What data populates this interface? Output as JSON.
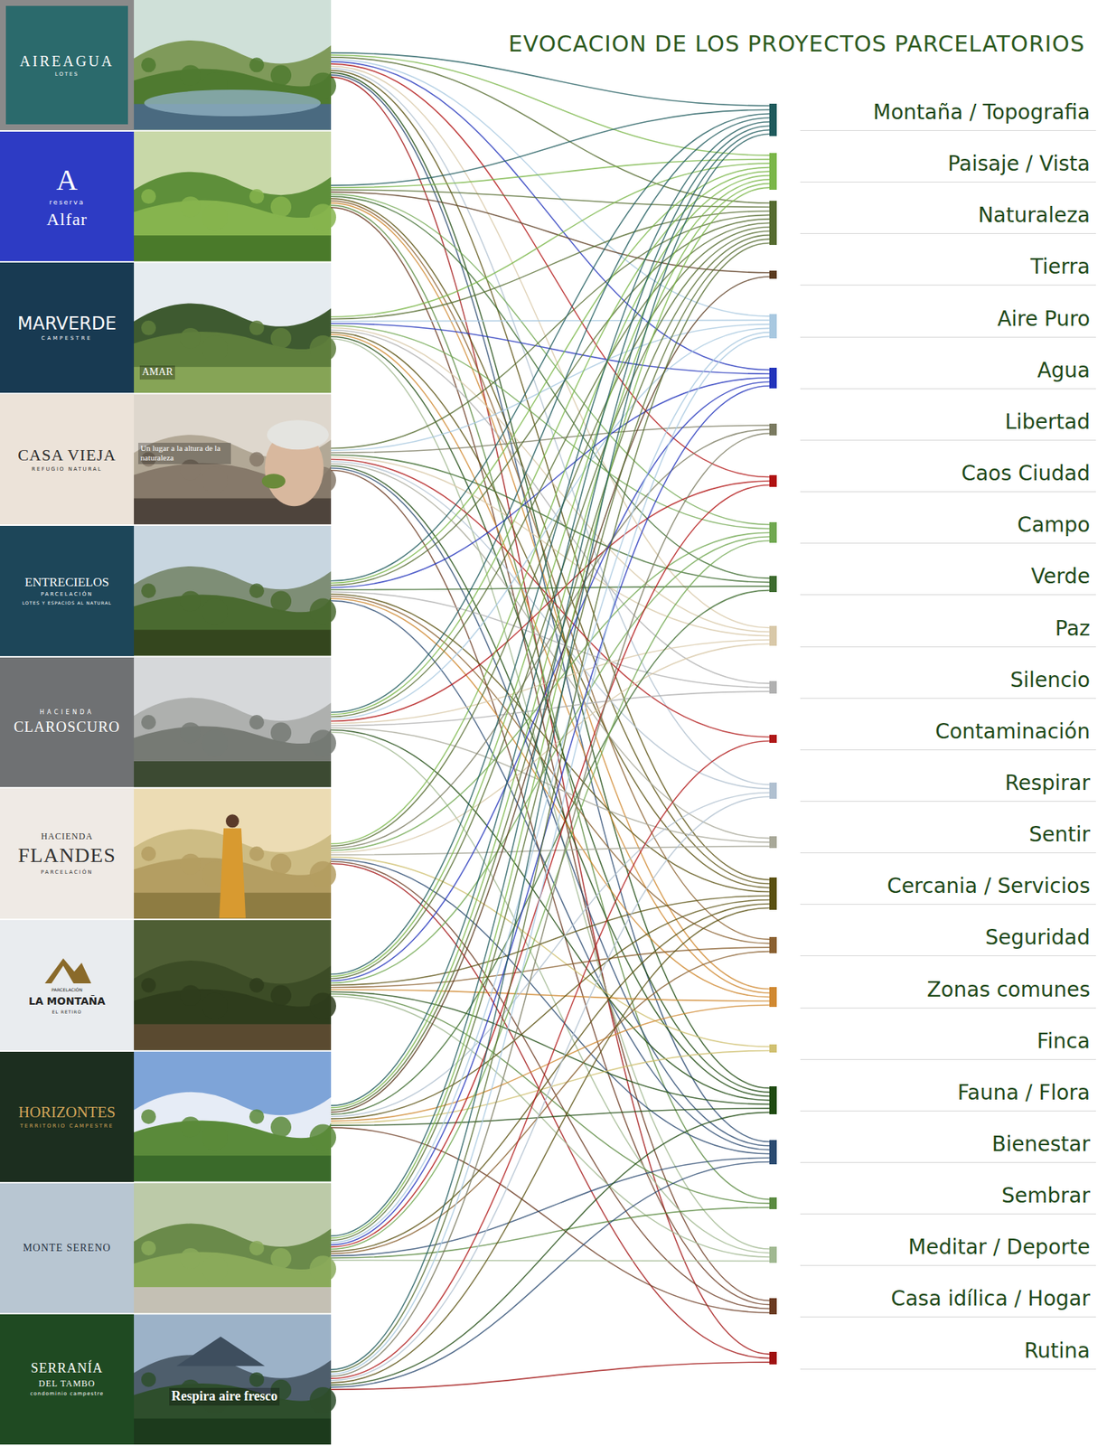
{
  "diagram": {
    "title": "EVOCACION DE LOS PROYECTOS PARCELATORIOS",
    "nodes": [
      {
        "text": [
          "AIREAGUA",
          "LOTES"
        ]
      },
      {
        "text": [
          "A",
          "reserva",
          "Alfar"
        ]
      },
      {
        "text": [
          "MARVERDE",
          "CAMPESTRE"
        ]
      },
      {
        "text": [
          "CASA VIEJA",
          "REFUGIO NATURAL"
        ]
      },
      {
        "text": [
          "ENTRECIELOS",
          "PARCELACIÓN",
          "LOTES Y ESPACIOS AL NATURAL"
        ]
      },
      {
        "text": [
          "HACIENDA",
          "CLAROSCURO"
        ]
      },
      {
        "text": [
          "HACIENDA",
          "FLANDES",
          "PARCELACIÓN"
        ]
      },
      {
        "text": [
          "PARCELACIÓN",
          "LA MONTAÑA",
          "EL RETIRO"
        ]
      },
      {
        "text": [
          "HORIZONTES",
          "TERRITORIO CAMPESTRE"
        ]
      },
      {
        "text": [
          "MONTE SERENO"
        ]
      },
      {
        "text": [
          "SERRANÍA",
          "DEL TAMBO",
          "condominio campestre"
        ]
      },
      {
        "text": [
          "Montaña / Topografia"
        ]
      },
      {
        "text": [
          "Paisaje / Vista"
        ]
      },
      {
        "text": [
          "Naturaleza"
        ]
      },
      {
        "text": [
          "Tierra"
        ]
      },
      {
        "text": [
          "Aire Puro"
        ]
      },
      {
        "text": [
          "Agua"
        ]
      },
      {
        "text": [
          "Libertad"
        ]
      },
      {
        "text": [
          "Caos Ciudad"
        ]
      },
      {
        "text": [
          "Campo"
        ]
      },
      {
        "text": [
          "Verde"
        ]
      },
      {
        "text": [
          "Paz"
        ]
      },
      {
        "text": [
          "Silencio"
        ]
      },
      {
        "text": [
          "Contaminación"
        ]
      },
      {
        "text": [
          "Respirar"
        ]
      },
      {
        "text": [
          "Sentir"
        ]
      },
      {
        "text": [
          "Cercania / Servicios"
        ]
      },
      {
        "text": [
          "Seguridad"
        ]
      },
      {
        "text": [
          "Zonas comunes"
        ]
      },
      {
        "text": [
          "Finca"
        ]
      },
      {
        "text": [
          "Fauna / Flora"
        ]
      },
      {
        "text": [
          "Bienestar"
        ]
      },
      {
        "text": [
          "Sembrar"
        ]
      },
      {
        "text": [
          "Meditar / Deporte"
        ]
      },
      {
        "text": [
          "Casa idílica / Hogar"
        ]
      },
      {
        "text": [
          "Rutina"
        ]
      }
    ],
    "edges": [
      {
        "from": 0,
        "to": 11,
        "arrow": "none"
      },
      {
        "from": 0,
        "to": 12,
        "arrow": "none"
      },
      {
        "from": 0,
        "to": 13,
        "arrow": "none"
      },
      {
        "from": 0,
        "to": 15,
        "arrow": "none"
      },
      {
        "from": 0,
        "to": 16,
        "arrow": "none"
      },
      {
        "from": 0,
        "to": 18,
        "arrow": "none"
      },
      {
        "from": 0,
        "to": 21,
        "arrow": "none"
      },
      {
        "from": 0,
        "to": 24,
        "arrow": "none"
      },
      {
        "from": 0,
        "to": 26,
        "arrow": "none"
      },
      {
        "from": 0,
        "to": 30,
        "arrow": "none"
      },
      {
        "from": 0,
        "to": 31,
        "arrow": "none"
      },
      {
        "from": 0,
        "to": 35,
        "arrow": "none"
      },
      {
        "from": 1,
        "to": 11,
        "arrow": "none"
      },
      {
        "from": 1,
        "to": 12,
        "arrow": "none"
      },
      {
        "from": 1,
        "to": 13,
        "arrow": "none"
      },
      {
        "from": 1,
        "to": 14,
        "arrow": "none"
      },
      {
        "from": 1,
        "to": 19,
        "arrow": "none"
      },
      {
        "from": 1,
        "to": 20,
        "arrow": "none"
      },
      {
        "from": 1,
        "to": 26,
        "arrow": "none"
      },
      {
        "from": 1,
        "to": 27,
        "arrow": "none"
      },
      {
        "from": 1,
        "to": 28,
        "arrow": "none"
      },
      {
        "from": 1,
        "to": 32,
        "arrow": "none"
      },
      {
        "from": 1,
        "to": 34,
        "arrow": "none"
      },
      {
        "from": 2,
        "to": 12,
        "arrow": "none"
      },
      {
        "from": 2,
        "to": 13,
        "arrow": "none"
      },
      {
        "from": 2,
        "to": 15,
        "arrow": "none"
      },
      {
        "from": 2,
        "to": 16,
        "arrow": "none"
      },
      {
        "from": 2,
        "to": 19,
        "arrow": "none"
      },
      {
        "from": 2,
        "to": 21,
        "arrow": "none"
      },
      {
        "from": 2,
        "to": 22,
        "arrow": "none"
      },
      {
        "from": 2,
        "to": 26,
        "arrow": "none"
      },
      {
        "from": 2,
        "to": 28,
        "arrow": "none"
      },
      {
        "from": 2,
        "to": 30,
        "arrow": "none"
      },
      {
        "from": 2,
        "to": 33,
        "arrow": "none"
      },
      {
        "from": 3,
        "to": 13,
        "arrow": "none"
      },
      {
        "from": 3,
        "to": 15,
        "arrow": "none"
      },
      {
        "from": 3,
        "to": 17,
        "arrow": "none"
      },
      {
        "from": 3,
        "to": 20,
        "arrow": "none"
      },
      {
        "from": 3,
        "to": 21,
        "arrow": "none"
      },
      {
        "from": 3,
        "to": 23,
        "arrow": "none"
      },
      {
        "from": 3,
        "to": 24,
        "arrow": "none"
      },
      {
        "from": 3,
        "to": 25,
        "arrow": "none"
      },
      {
        "from": 3,
        "to": 30,
        "arrow": "none"
      },
      {
        "from": 3,
        "to": 31,
        "arrow": "none"
      },
      {
        "from": 3,
        "to": 34,
        "arrow": "none"
      },
      {
        "from": 4,
        "to": 11,
        "arrow": "none"
      },
      {
        "from": 4,
        "to": 12,
        "arrow": "none"
      },
      {
        "from": 4,
        "to": 13,
        "arrow": "none"
      },
      {
        "from": 4,
        "to": 16,
        "arrow": "none"
      },
      {
        "from": 4,
        "to": 20,
        "arrow": "none"
      },
      {
        "from": 4,
        "to": 22,
        "arrow": "none"
      },
      {
        "from": 4,
        "to": 26,
        "arrow": "none"
      },
      {
        "from": 4,
        "to": 27,
        "arrow": "none"
      },
      {
        "from": 4,
        "to": 28,
        "arrow": "none"
      },
      {
        "from": 4,
        "to": 31,
        "arrow": "none"
      },
      {
        "from": 5,
        "to": 11,
        "arrow": "none"
      },
      {
        "from": 5,
        "to": 12,
        "arrow": "none"
      },
      {
        "from": 5,
        "to": 13,
        "arrow": "none"
      },
      {
        "from": 5,
        "to": 15,
        "arrow": "none"
      },
      {
        "from": 5,
        "to": 18,
        "arrow": "none"
      },
      {
        "from": 5,
        "to": 21,
        "arrow": "none"
      },
      {
        "from": 5,
        "to": 22,
        "arrow": "none"
      },
      {
        "from": 5,
        "to": 25,
        "arrow": "none"
      },
      {
        "from": 5,
        "to": 30,
        "arrow": "none"
      },
      {
        "from": 5,
        "to": 33,
        "arrow": "none"
      },
      {
        "from": 6,
        "to": 12,
        "arrow": "none"
      },
      {
        "from": 6,
        "to": 13,
        "arrow": "none"
      },
      {
        "from": 6,
        "to": 17,
        "arrow": "none"
      },
      {
        "from": 6,
        "to": 19,
        "arrow": "none"
      },
      {
        "from": 6,
        "to": 21,
        "arrow": "none"
      },
      {
        "from": 6,
        "to": 25,
        "arrow": "none"
      },
      {
        "from": 6,
        "to": 29,
        "arrow": "none"
      },
      {
        "from": 6,
        "to": 31,
        "arrow": "none"
      },
      {
        "from": 6,
        "to": 34,
        "arrow": "none"
      },
      {
        "from": 6,
        "to": 35,
        "arrow": "none"
      },
      {
        "from": 7,
        "to": 11,
        "arrow": "none"
      },
      {
        "from": 7,
        "to": 12,
        "arrow": "none"
      },
      {
        "from": 7,
        "to": 13,
        "arrow": "none"
      },
      {
        "from": 7,
        "to": 16,
        "arrow": "none"
      },
      {
        "from": 7,
        "to": 19,
        "arrow": "none"
      },
      {
        "from": 7,
        "to": 26,
        "arrow": "none"
      },
      {
        "from": 7,
        "to": 27,
        "arrow": "none"
      },
      {
        "from": 7,
        "to": 28,
        "arrow": "none"
      },
      {
        "from": 7,
        "to": 30,
        "arrow": "none"
      },
      {
        "from": 7,
        "to": 32,
        "arrow": "none"
      },
      {
        "from": 7,
        "to": 33,
        "arrow": "none"
      },
      {
        "from": 8,
        "to": 11,
        "arrow": "none"
      },
      {
        "from": 8,
        "to": 12,
        "arrow": "none"
      },
      {
        "from": 8,
        "to": 13,
        "arrow": "none"
      },
      {
        "from": 8,
        "to": 14,
        "arrow": "none"
      },
      {
        "from": 8,
        "to": 20,
        "arrow": "none"
      },
      {
        "from": 8,
        "to": 24,
        "arrow": "none"
      },
      {
        "from": 8,
        "to": 26,
        "arrow": "none"
      },
      {
        "from": 8,
        "to": 28,
        "arrow": "none"
      },
      {
        "from": 8,
        "to": 29,
        "arrow": "none"
      },
      {
        "from": 8,
        "to": 30,
        "arrow": "none"
      },
      {
        "from": 8,
        "to": 34,
        "arrow": "none"
      },
      {
        "from": 9,
        "to": 11,
        "arrow": "none"
      },
      {
        "from": 9,
        "to": 12,
        "arrow": "none"
      },
      {
        "from": 9,
        "to": 13,
        "arrow": "none"
      },
      {
        "from": 9,
        "to": 15,
        "arrow": "none"
      },
      {
        "from": 9,
        "to": 16,
        "arrow": "none"
      },
      {
        "from": 9,
        "to": 18,
        "arrow": "none"
      },
      {
        "from": 9,
        "to": 19,
        "arrow": "none"
      },
      {
        "from": 9,
        "to": 26,
        "arrow": "none"
      },
      {
        "from": 9,
        "to": 27,
        "arrow": "none"
      },
      {
        "from": 9,
        "to": 31,
        "arrow": "none"
      },
      {
        "from": 9,
        "to": 32,
        "arrow": "none"
      },
      {
        "from": 9,
        "to": 33,
        "arrow": "none"
      },
      {
        "from": 10,
        "to": 11,
        "arrow": "none"
      },
      {
        "from": 10,
        "to": 13,
        "arrow": "none"
      },
      {
        "from": 10,
        "to": 15,
        "arrow": "none"
      },
      {
        "from": 10,
        "to": 17,
        "arrow": "none"
      },
      {
        "from": 10,
        "to": 23,
        "arrow": "none"
      },
      {
        "from": 10,
        "to": 24,
        "arrow": "none"
      },
      {
        "from": 10,
        "to": 26,
        "arrow": "none"
      },
      {
        "from": 10,
        "to": 30,
        "arrow": "none"
      },
      {
        "from": 10,
        "to": 31,
        "arrow": "none"
      },
      {
        "from": 10,
        "to": 35,
        "arrow": "none"
      }
    ],
    "labels": [
      "AMAR",
      "Un lugar a la altura de la naturaleza",
      "Respira aire fresco"
    ]
  }
}
